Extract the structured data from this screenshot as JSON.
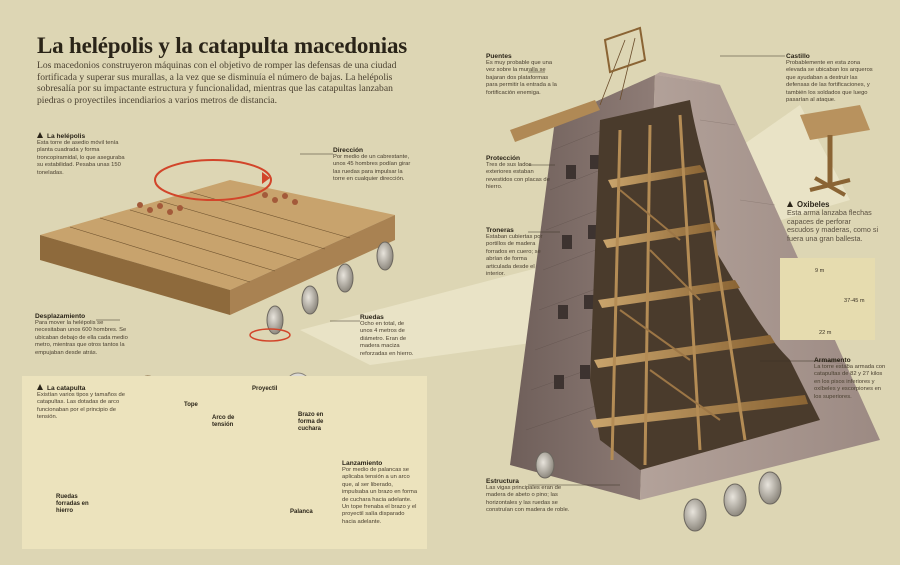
{
  "title": "La helépolis y la catapulta macedonias",
  "intro": "Los macedonios construyeron máquinas con el objetivo de romper las defensas de una ciudad fortificada y superar sus murallas, a la vez que se disminuía el número de bajas. La helépolis sobresalía por su impactante estructura y funcionalidad, mientras que las catapultas lanzaban piedras o proyectiles incendiarios a varios metros de distancia.",
  "helepolis": {
    "heading": "La helépolis",
    "text": "Esta torre de asedio móvil tenía planta cuadrada y forma troncopiramidal, lo que aseguraba su estabilidad. Pesaba unas 150 toneladas."
  },
  "direccion": {
    "heading": "Dirección",
    "text": "Por medio de un cabrestante, unos 45 hombres podían girar las ruedas para impulsar la torre en cualquier dirección."
  },
  "desplazamiento": {
    "heading": "Desplazamiento",
    "text": "Para mover la helépolis se necesitaban unos 600 hombres. Se ubicaban debajo de ella cada medio metro, mientras que otros tantos la empujaban desde atrás."
  },
  "ruedas": {
    "heading": "Ruedas",
    "text": "Ocho en total, de unos 4 metros de diámetro. Eran de madera maciza reforzadas en hierro."
  },
  "catapulta": {
    "heading": "La catapulta",
    "text": "Existían varios tipos y tamaños de catapultas. Las dotadas de arco funcionaban por el principio de tensión.",
    "labels": {
      "tope": "Tope",
      "arco": "Arco de tensión",
      "proyectil": "Proyectil",
      "brazo": "Brazo en forma de cuchara",
      "ruedas": "Ruedas forradas en hierro",
      "palanca": "Palanca"
    }
  },
  "lanzamiento": {
    "heading": "Lanzamiento",
    "text": "Por medio de palancas se aplicaba tensión a un arco que, al ser liberado, impulsaba un brazo en forma de cuchara hacia adelante. Un tope frenaba el brazo y el proyectil salía disparado hacia adelante."
  },
  "puentes": {
    "heading": "Puentes",
    "text": "Es muy probable que una vez sobre la muralla se bajaran dos plataformas para permitir la entrada a la fortificación enemiga."
  },
  "proteccion": {
    "heading": "Protección",
    "text": "Tres de sus lados exteriores estaban revestidos con placas de hierro."
  },
  "troneras": {
    "heading": "Troneras",
    "text": "Estaban cubiertas por portillos de madera forrados en cuero; se abrían de forma articulada desde el interior."
  },
  "estructura": {
    "heading": "Estructura",
    "text": "Las vigas principales eran de madera de abeto o pino; las horizontales y las ruedas se construían con madera de roble."
  },
  "castillo": {
    "heading": "Castillo",
    "text": "Probablemente en esta zona elevada se ubicaban los arqueros que ayudaban a destruir las defensas de las fortificaciones, y también los soldados que luego pasarían al ataque."
  },
  "oxibeles": {
    "heading": "Oxibeles",
    "text": "Esta arma lanzaba flechas capaces de perforar escudos y maderas, como si fuera una gran ballesta."
  },
  "armamento": {
    "heading": "Armamento",
    "text": "La torre estaba armada con catapultas de 82 y 27 kilos en los pisos inferiores y oxíbeles y escorpiones en los superiores."
  },
  "dimensions": {
    "top": "9 m",
    "height": "37-45 m",
    "base": "22 m"
  },
  "colors": {
    "background": "#ddd6b4",
    "panel": "#ece3bd",
    "wood": "#a07a45",
    "stone": "#8f7a72",
    "wheel_arrow": "#d2452a"
  }
}
